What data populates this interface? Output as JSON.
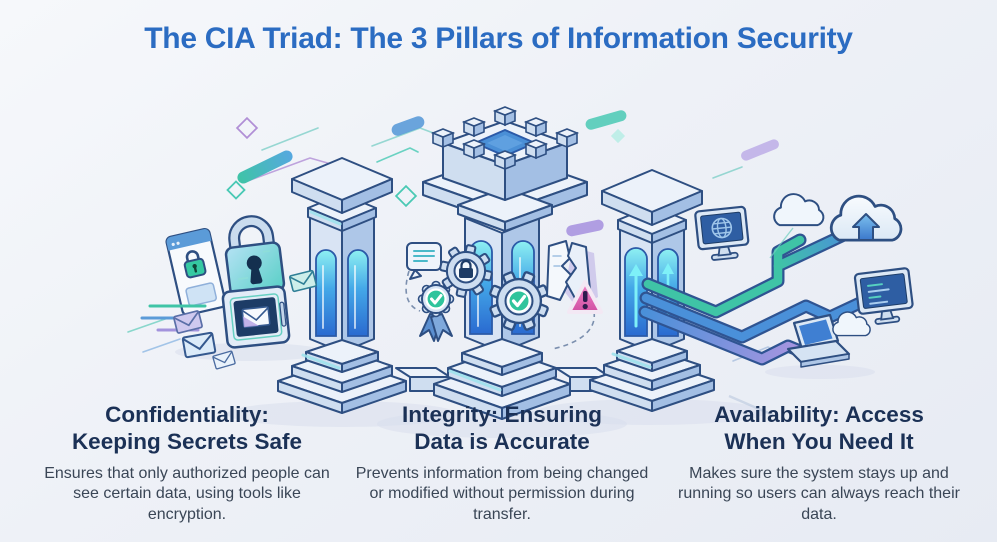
{
  "title": "The CIA Triad: The 3 Pillars of Information Security",
  "sections": [
    {
      "id": "confidentiality",
      "heading": "Confidentiality:\nKeeping Secrets Safe",
      "body": "Ensures that only authorized people can see certain data, using tools like encryption."
    },
    {
      "id": "integrity",
      "heading": "Integrity: Ensuring\nData is Accurate",
      "body": "Prevents information from being changed or modified without permission during transfer."
    },
    {
      "id": "availability",
      "heading": "Availability: Access\nWhen You Need It",
      "body": "Makes sure the system stays up and running so users can always reach their data."
    }
  ],
  "illustration": {
    "pillars": [
      "confidentiality-pillar",
      "integrity-pillar",
      "availability-pillar"
    ],
    "left_icons": [
      "secure-document-icon",
      "padlock-icon",
      "vault-envelope-icon",
      "envelope-icon",
      "motion-lines"
    ],
    "middle_icons": [
      "chat-bubble-icon",
      "verified-badge-icon",
      "gear-lock-icon",
      "gear-check-icon",
      "broken-file-icon",
      "warning-triangle-icon"
    ],
    "right_icons": [
      "network-pipes",
      "globe-monitor-icon",
      "cloud-icon",
      "cloud-upload-icon",
      "code-monitor-icon",
      "laptop-icon",
      "small-cloud-icon"
    ]
  },
  "colors": {
    "title_blue": "#2b6cc2",
    "heading_navy": "#1b3156",
    "body_slate": "#3a4656",
    "outline": "#2e4f82",
    "teal": "#3fc4a6",
    "green": "#2fc49c",
    "blue": "#4a90d9",
    "purple": "#a393dd",
    "pink": "#e86fc0",
    "screen_navy": "#2e5ea3",
    "bg_light": "#f6f8fb",
    "bg_dark": "#e7ebf3"
  }
}
